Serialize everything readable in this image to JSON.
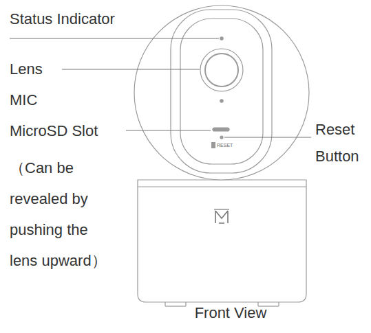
{
  "diagram": {
    "caption": "Front View",
    "labels": [
      "Status Indicator",
      "Lens",
      "MIC",
      "MicroSD Slot",
      "（Can be revealed by pushing the lens upward）",
      "Reset Button",
      "RESET"
    ]
  }
}
